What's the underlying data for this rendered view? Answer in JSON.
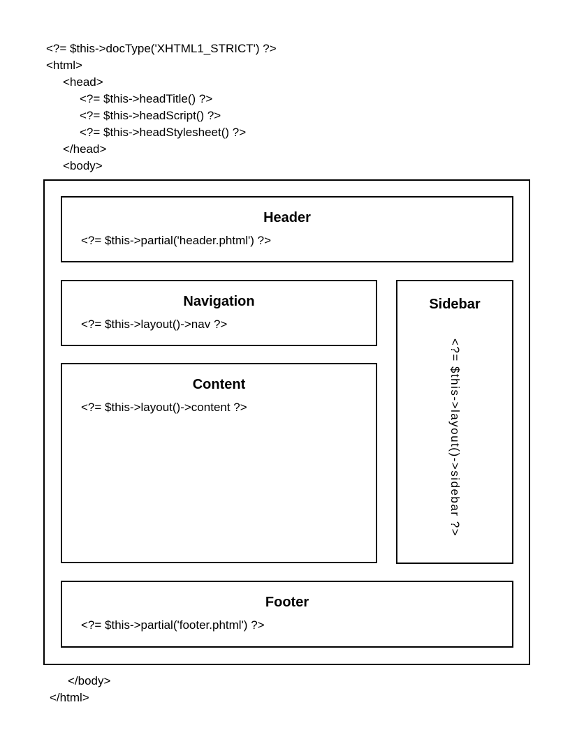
{
  "meta": {
    "background_color": "#ffffff",
    "line_color": "#000000",
    "text_color": "#000000"
  },
  "code_top": {
    "lines": [
      {
        "indent": 0,
        "text": "<?= $this->docType('XHTML1_STRICT') ?>"
      },
      {
        "indent": 0,
        "text": "<html>"
      },
      {
        "indent": 1,
        "text": "<head>"
      },
      {
        "indent": 2,
        "text": "<?= $this->headTitle() ?>"
      },
      {
        "indent": 2,
        "text": "<?= $this->headScript() ?>"
      },
      {
        "indent": 2,
        "text": "<?= $this->headStylesheet() ?>"
      },
      {
        "indent": 1,
        "text": "</head>"
      },
      {
        "indent": 1,
        "text": "<body>"
      }
    ]
  },
  "code_bottom": {
    "lines": [
      {
        "indent": 1,
        "text": "</body>"
      },
      {
        "indent": 0,
        "text": "</html>"
      }
    ]
  },
  "boxes": {
    "header": {
      "title": "Header",
      "code": "<?= $this->partial('header.phtml') ?>"
    },
    "navigation": {
      "title": "Navigation",
      "code": "<?= $this->layout()->nav ?>"
    },
    "content": {
      "title": "Content",
      "code": "<?= $this->layout()->content ?>"
    },
    "sidebar": {
      "title": "Sidebar",
      "code": "<?= $this->layout()->sidebar ?>"
    },
    "footer": {
      "title": "Footer",
      "code": "<?= $this->partial('footer.phtml') ?>"
    }
  }
}
